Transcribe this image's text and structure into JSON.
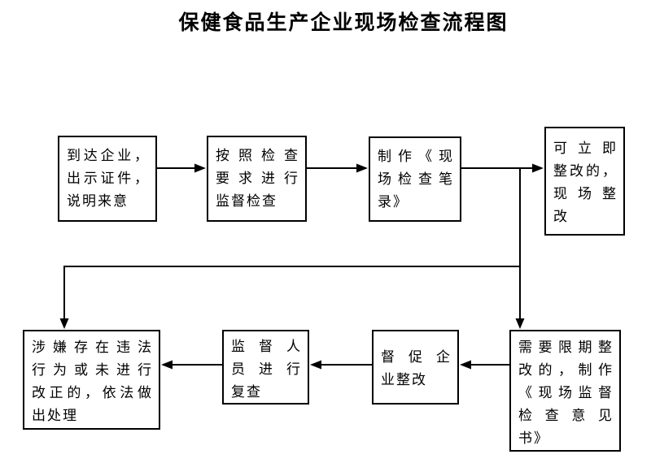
{
  "title": "保健食品生产企业现场检查流程图",
  "colors": {
    "ink": "#000000",
    "background": "#ffffff"
  },
  "flowchart": {
    "nodes": [
      {
        "id": "arrive",
        "label": "到达企业，\n出示证件，\n说明来意",
        "text": "到达企业，出示证件，说明来意"
      },
      {
        "id": "inspect",
        "label": "按照检查\n要求进行\n监督检查",
        "text": "按照检查要求进行监督检查"
      },
      {
        "id": "record",
        "label": "制作《现\n场检查笔\n录》",
        "text": "制作《现场检查笔录》"
      },
      {
        "id": "immediate",
        "label": "可立即\n整改的，\n现场整\n改",
        "text": "可立即整改的，现场整改"
      },
      {
        "id": "punish",
        "label": "涉嫌存在违法\n行为或未进行\n改正的，依法做\n出处理",
        "text": "涉嫌存在违法行为或未进行改正的，依法做出处理"
      },
      {
        "id": "recheck",
        "label": "监督人\n员进行\n复查",
        "text": "监督人员进行复查"
      },
      {
        "id": "urge",
        "label": "督促企\n业整改",
        "text": "督促企业整改"
      },
      {
        "id": "deadline",
        "label": "需要限期整\n改的，制作\n《现场监督\n检查意见\n书》",
        "text": "需要限期整改的，制作《现场监督检查意见书》"
      }
    ],
    "edges": [
      {
        "from": "arrive",
        "to": "inspect"
      },
      {
        "from": "inspect",
        "to": "record"
      },
      {
        "from": "record",
        "to": "immediate"
      },
      {
        "from": "record",
        "to": "deadline"
      },
      {
        "from": "record",
        "to": "punish"
      },
      {
        "from": "deadline",
        "to": "urge"
      },
      {
        "from": "urge",
        "to": "recheck"
      },
      {
        "from": "recheck",
        "to": "punish"
      }
    ]
  }
}
